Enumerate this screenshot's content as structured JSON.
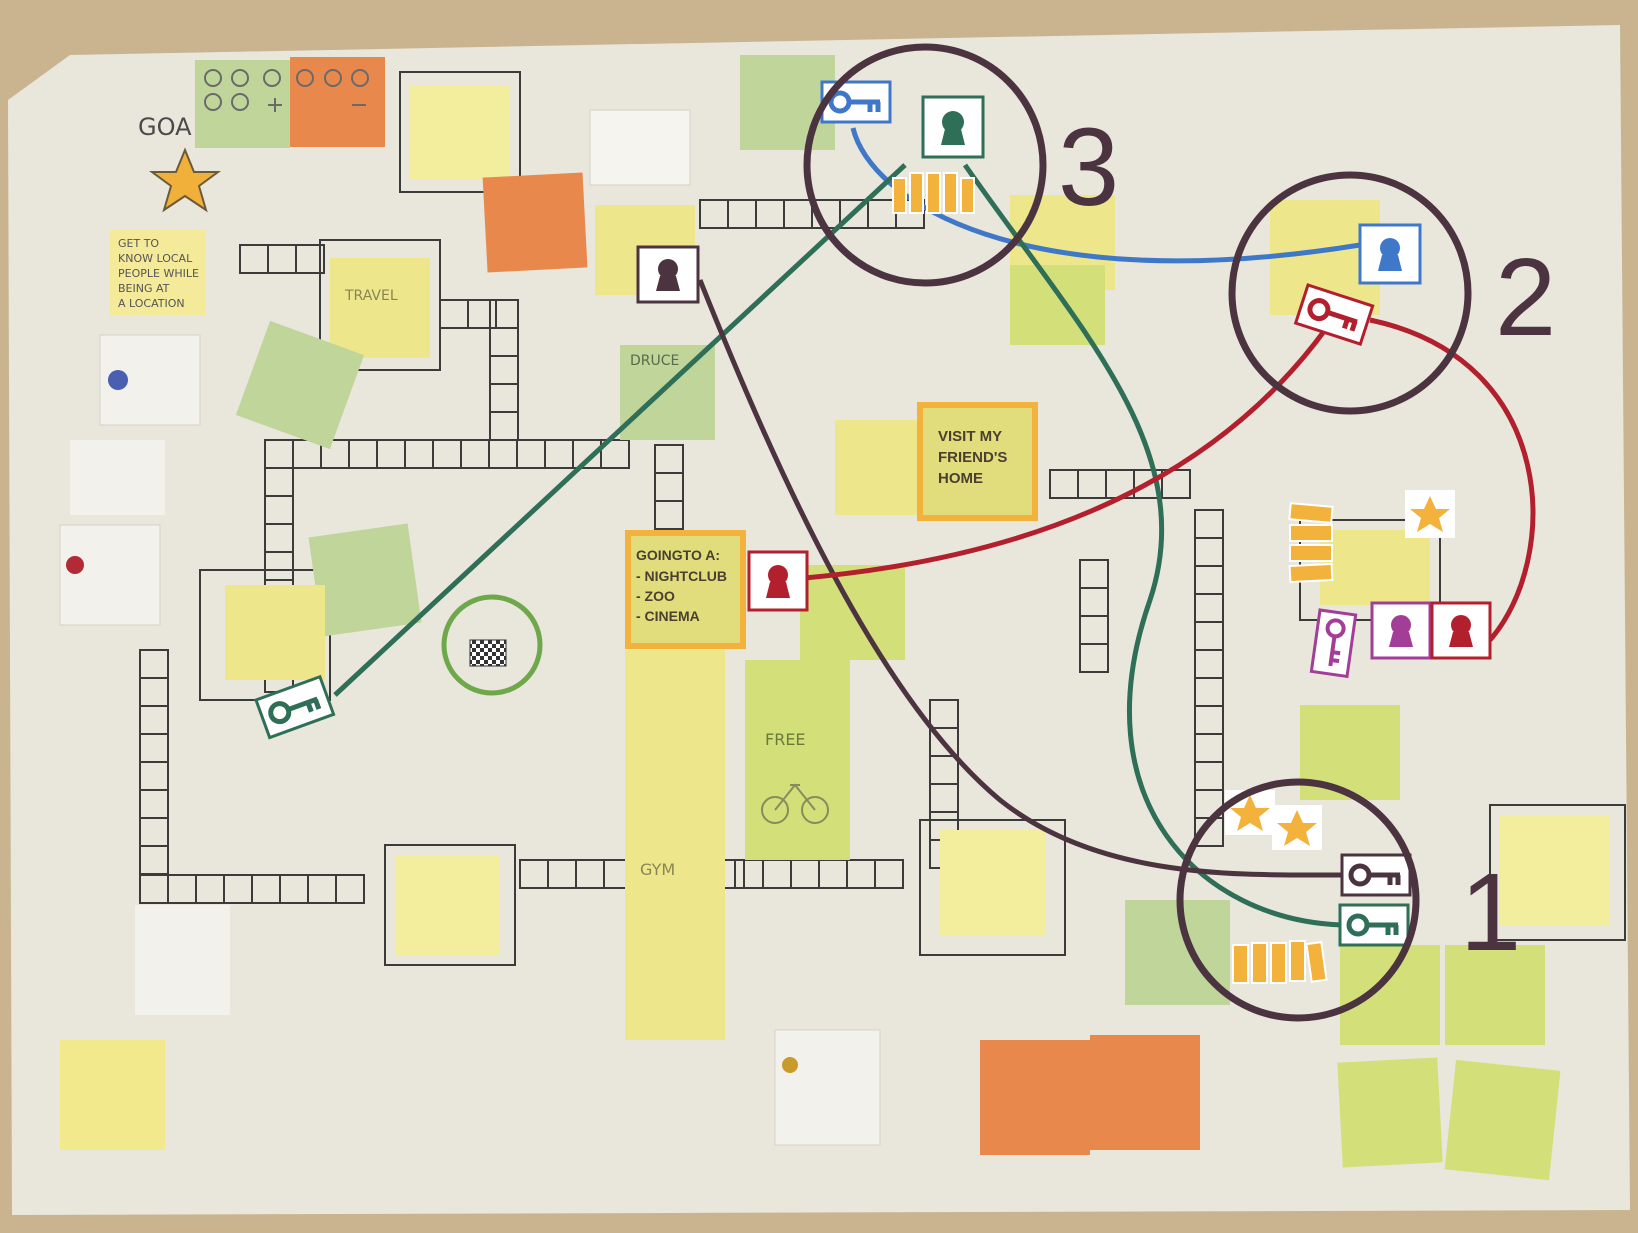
{
  "board": {
    "goal_label": "GOA",
    "goal_note_lines": [
      "GET TO",
      "KNOW LOCAL",
      "PEOPLE WHILE",
      "BEING AT",
      "A LOCATION"
    ],
    "areas": {
      "travel": "TRAVEL",
      "free": "FREE",
      "gym": "GYM",
      "druce": "DRUCE"
    },
    "callouts": {
      "visit_friends_home": [
        "VISIT MY",
        "FRIEND'S",
        "HOME"
      ],
      "going_to_a": [
        "GOINGTO A:",
        "- NIGHTCLUB",
        "- ZOO",
        "- CINEMA"
      ]
    },
    "circle_numbers": [
      "1",
      "2",
      "3"
    ]
  },
  "colors": {
    "paper": "#e9e6dc",
    "circle": "#4b3440",
    "blue_link": "#3f78c9",
    "green_link": "#2f6e57",
    "red_link": "#b21f2d",
    "purple_link": "#4b3440",
    "highlight_orange": "#f2b23b",
    "sticky_yellow": "#e4e08a",
    "sticky_green": "#bfd59a",
    "sticky_orange": "#e8884d"
  },
  "icons": {
    "key": "key-icon",
    "lock": "lock-icon",
    "star": "star-icon",
    "token": "token-icon",
    "flag": "checkered-flag-icon"
  }
}
